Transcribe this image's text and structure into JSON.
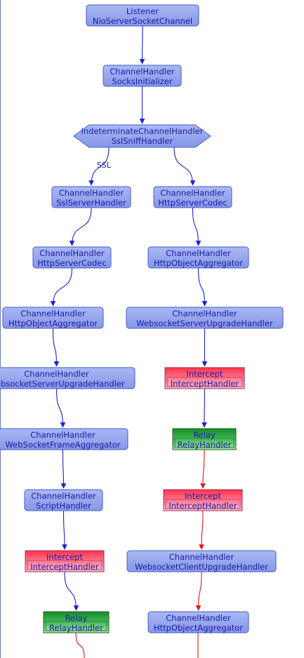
{
  "nodes": [
    {
      "id": "listener",
      "style": "blue",
      "title": "Listener",
      "name": "NioServerSocketChannel"
    },
    {
      "id": "socks",
      "style": "blue",
      "title": "ChannelHandler",
      "name": "SocksInitializer"
    },
    {
      "id": "sniff",
      "style": "diamond",
      "title": "IndeterminateChannelHandler",
      "name": "SslSniffHandler"
    },
    {
      "id": "ssl-server",
      "style": "blue",
      "title": "ChannelHandler",
      "name": "SslServerHandler"
    },
    {
      "id": "http-codec-right",
      "style": "blue",
      "title": "ChannelHandler",
      "name": "HttpServerCodec"
    },
    {
      "id": "http-codec-left",
      "style": "blue",
      "title": "ChannelHandler",
      "name": "HttpServerCodec"
    },
    {
      "id": "agg-right-1",
      "style": "blue",
      "title": "ChannelHandler",
      "name": "HttpObjectAggregator"
    },
    {
      "id": "agg-left",
      "style": "blue",
      "title": "ChannelHandler",
      "name": "HttpObjectAggregator"
    },
    {
      "id": "ws-upgrade-right",
      "style": "blue",
      "title": "ChannelHandler",
      "name": "WebsocketServerUpgradeHandler"
    },
    {
      "id": "ws-upgrade-left",
      "style": "blue",
      "title": "ChannelHandler",
      "name": "WebsocketServerUpgradeHandler"
    },
    {
      "id": "intercept-right-1",
      "style": "red",
      "title": "Intercept",
      "name": "InterceptHandler"
    },
    {
      "id": "ws-frame-agg",
      "style": "blue",
      "title": "ChannelHandler",
      "name": "WebSocketFrameAggregator"
    },
    {
      "id": "relay-right",
      "style": "green",
      "title": "Relay",
      "name": "RelayHandler"
    },
    {
      "id": "script",
      "style": "blue",
      "title": "ChannelHandler",
      "name": "ScriptHandler"
    },
    {
      "id": "intercept-right-2",
      "style": "red",
      "title": "Intercept",
      "name": "InterceptHandler"
    },
    {
      "id": "ws-client-upgrade",
      "style": "blue",
      "title": "ChannelHandler",
      "name": "WebsocketClientUpgradeHandler"
    },
    {
      "id": "intercept-left",
      "style": "red",
      "title": "Intercept",
      "name": "InterceptHandler"
    },
    {
      "id": "relay-left",
      "style": "green",
      "title": "Relay",
      "name": "RelayHandler"
    },
    {
      "id": "agg-right-2",
      "style": "blue",
      "title": "ChannelHandler",
      "name": "HttpObjectAggregator"
    }
  ],
  "edges": [
    {
      "from": "listener",
      "to": "socks",
      "color": "blue",
      "label": ""
    },
    {
      "from": "socks",
      "to": "sniff",
      "color": "blue",
      "label": ""
    },
    {
      "from": "sniff",
      "to": "ssl-server",
      "color": "blue",
      "label": "SSL"
    },
    {
      "from": "sniff",
      "to": "http-codec-right",
      "color": "blue",
      "label": ""
    },
    {
      "from": "ssl-server",
      "to": "http-codec-left",
      "color": "blue",
      "label": ""
    },
    {
      "from": "http-codec-right",
      "to": "agg-right-1",
      "color": "blue",
      "label": ""
    },
    {
      "from": "http-codec-left",
      "to": "agg-left",
      "color": "blue",
      "label": ""
    },
    {
      "from": "agg-right-1",
      "to": "ws-upgrade-right",
      "color": "blue",
      "label": ""
    },
    {
      "from": "agg-left",
      "to": "ws-upgrade-left",
      "color": "blue",
      "label": ""
    },
    {
      "from": "ws-upgrade-right",
      "to": "intercept-right-1",
      "color": "blue",
      "label": ""
    },
    {
      "from": "ws-upgrade-left",
      "to": "ws-frame-agg",
      "color": "blue",
      "label": ""
    },
    {
      "from": "intercept-right-1",
      "to": "relay-right",
      "color": "blue",
      "label": ""
    },
    {
      "from": "ws-frame-agg",
      "to": "script",
      "color": "blue",
      "label": ""
    },
    {
      "from": "relay-right",
      "to": "intercept-right-2",
      "color": "red",
      "label": ""
    },
    {
      "from": "script",
      "to": "intercept-left",
      "color": "blue",
      "label": ""
    },
    {
      "from": "intercept-right-2",
      "to": "ws-client-upgrade",
      "color": "red",
      "label": ""
    },
    {
      "from": "intercept-left",
      "to": "relay-left",
      "color": "blue",
      "label": ""
    },
    {
      "from": "ws-client-upgrade",
      "to": "agg-right-2",
      "color": "red",
      "label": ""
    },
    {
      "from": "relay-left",
      "to": "",
      "color": "red",
      "label": ""
    },
    {
      "from": "agg-right-2",
      "to": "",
      "color": "red",
      "label": ""
    }
  ],
  "colors": {
    "blue_fill": "#8da0ec",
    "blue_fill_light": "#a9b8f3",
    "blue_stroke": "#4a5bc8",
    "red_fill_top": "#ff3b4f",
    "red_fill_bottom": "#f7b0c8",
    "red_stroke": "#9b2d5a",
    "green_fill_top": "#1f9a2f",
    "green_fill_bottom": "#86d98c",
    "green_stroke": "#1d5f29",
    "edge_blue": "#1a22d6",
    "edge_red": "#e01818",
    "text": "#1a1aa6"
  }
}
